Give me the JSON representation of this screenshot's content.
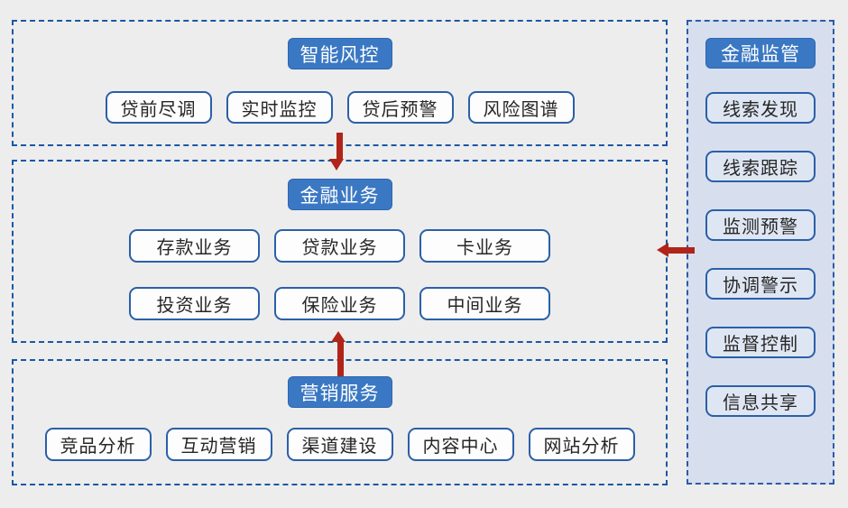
{
  "colors": {
    "page_background": "#ededed",
    "header_fill": "#3b78c3",
    "header_text": "#ffffff",
    "node_border": "#2b5fa8",
    "node_fill": "#fdfdfd",
    "panel_fill": "#d7dfee",
    "panel_node_fill": "#dfe6f3",
    "dashed_border": "#1b57a6",
    "arrow_color": "#b02419",
    "node_text": "#262626"
  },
  "sections": [
    {
      "title": "智能风控",
      "items": [
        "贷前尽调",
        "实时监控",
        "贷后预警",
        "风险图谱"
      ]
    },
    {
      "title": "金融业务",
      "items": [
        "存款业务",
        "贷款业务",
        "卡业务",
        "投资业务",
        "保险业务",
        "中间业务"
      ]
    },
    {
      "title": "营销服务",
      "items": [
        "竞品分析",
        "互动营销",
        "渠道建设",
        "内容中心",
        "网站分析"
      ]
    }
  ],
  "side_panel": {
    "title": "金融监管",
    "items": [
      "线索发现",
      "线索跟踪",
      "监测预警",
      "协调警示",
      "监督控制",
      "信息共享"
    ]
  },
  "arrows": [
    {
      "from": "智能风控",
      "to": "金融业务",
      "direction": "down"
    },
    {
      "from": "营销服务",
      "to": "金融业务",
      "direction": "up"
    },
    {
      "from": "金融监管",
      "to": "金融业务",
      "direction": "left"
    }
  ]
}
